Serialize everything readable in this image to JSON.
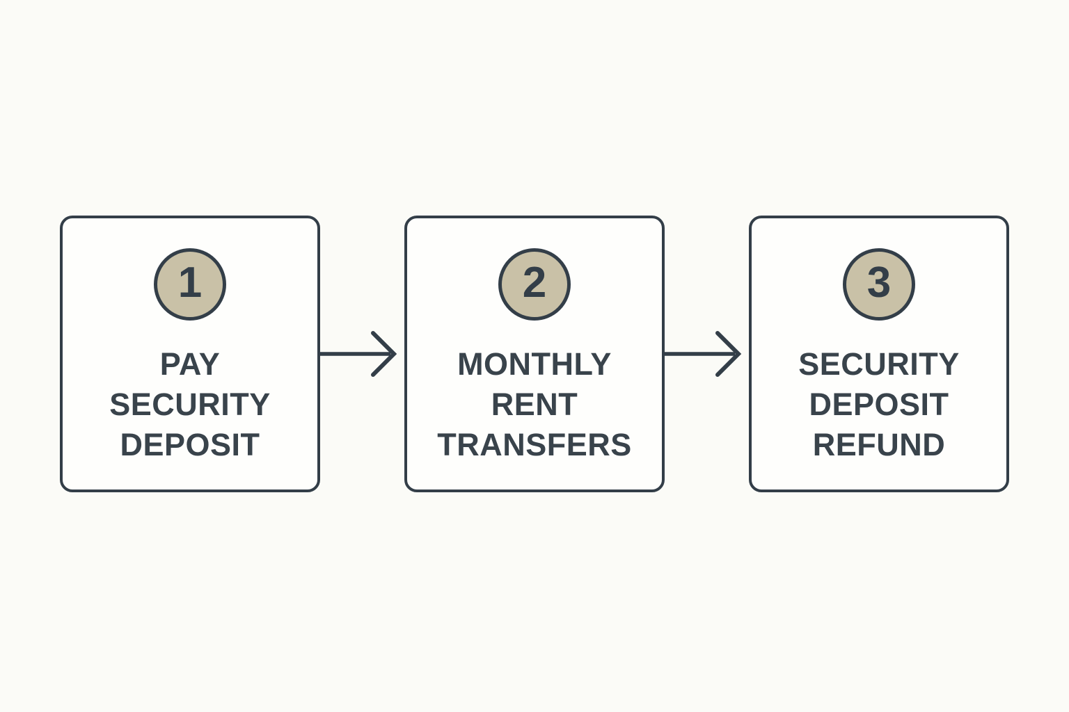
{
  "diagram": {
    "type": "flowchart",
    "direction": "left-to-right",
    "colors": {
      "background": "#FBFBF7",
      "box_fill": "#FEFEFC",
      "stroke": "#333E48",
      "text": "#39434B",
      "accent": "#C9C1A7"
    },
    "steps": [
      {
        "number": "1",
        "label": "PAY\nSECURITY\nDEPOSIT"
      },
      {
        "number": "2",
        "label": "MONTHLY\nRENT\nTRANSFERS"
      },
      {
        "number": "3",
        "label": "SECURITY\nDEPOSIT\nREFUND"
      }
    ],
    "connectors": [
      {
        "from": "1",
        "to": "2",
        "type": "arrow-right"
      },
      {
        "from": "2",
        "to": "3",
        "type": "arrow-right"
      }
    ]
  }
}
